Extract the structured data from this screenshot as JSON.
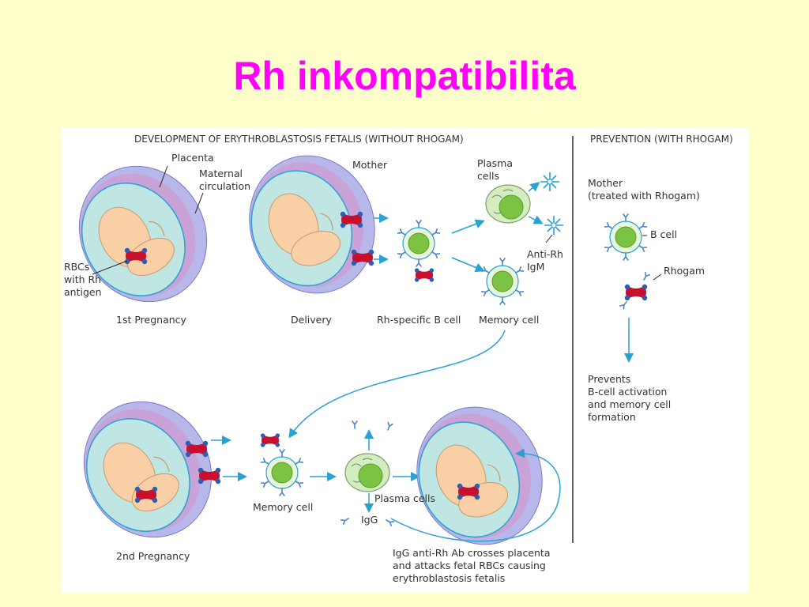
{
  "slide_title": "Rh inkompatibilita",
  "diagram": {
    "header_left": "DEVELOPMENT OF ERYTHROBLASTOSIS FETALIS (WITHOUT RHOGAM)",
    "header_right": "PREVENTION (WITH RHOGAM)",
    "labels": {
      "placenta": "Placenta",
      "maternal_circulation": "Maternal\ncirculation",
      "mother": "Mother",
      "plasma_cells_top": "Plasma\ncells",
      "rbcs_with_rh": "RBCs\nwith Rh\nantigen",
      "anti_rh_igm": "Anti-Rh\nIgM",
      "first_pregnancy": "1st Pregnancy",
      "delivery": "Delivery",
      "rh_specific_b_cell": "Rh-specific B cell",
      "memory_cell_top": "Memory cell",
      "memory_cell_bottom": "Memory cell",
      "plasma_cells_bottom": "Plasma cells",
      "igg": "IgG",
      "second_pregnancy": "2nd Pregnancy",
      "igg_caption": "IgG anti-Rh Ab crosses placenta\nand attacks fetal RBCs causing\nerythroblastosis fetalis",
      "mother_treated": "Mother\n(treated with Rhogam)",
      "b_cell": "B cell",
      "rhogam": "Rhogam",
      "prevents": "Prevents\nB-cell activation\nand memory cell\nformation"
    },
    "colors": {
      "title": "#ff00ff",
      "arrow": "#2aa1d3",
      "fetus": "#f9cfa5",
      "amniotic": "#bfe6e2",
      "placenta": "#c9a3d8",
      "uterus": "#b7b7ea",
      "cell_fill": "#b9e59d",
      "nucleus": "#7cc243",
      "rbc": "#c8102e"
    }
  }
}
